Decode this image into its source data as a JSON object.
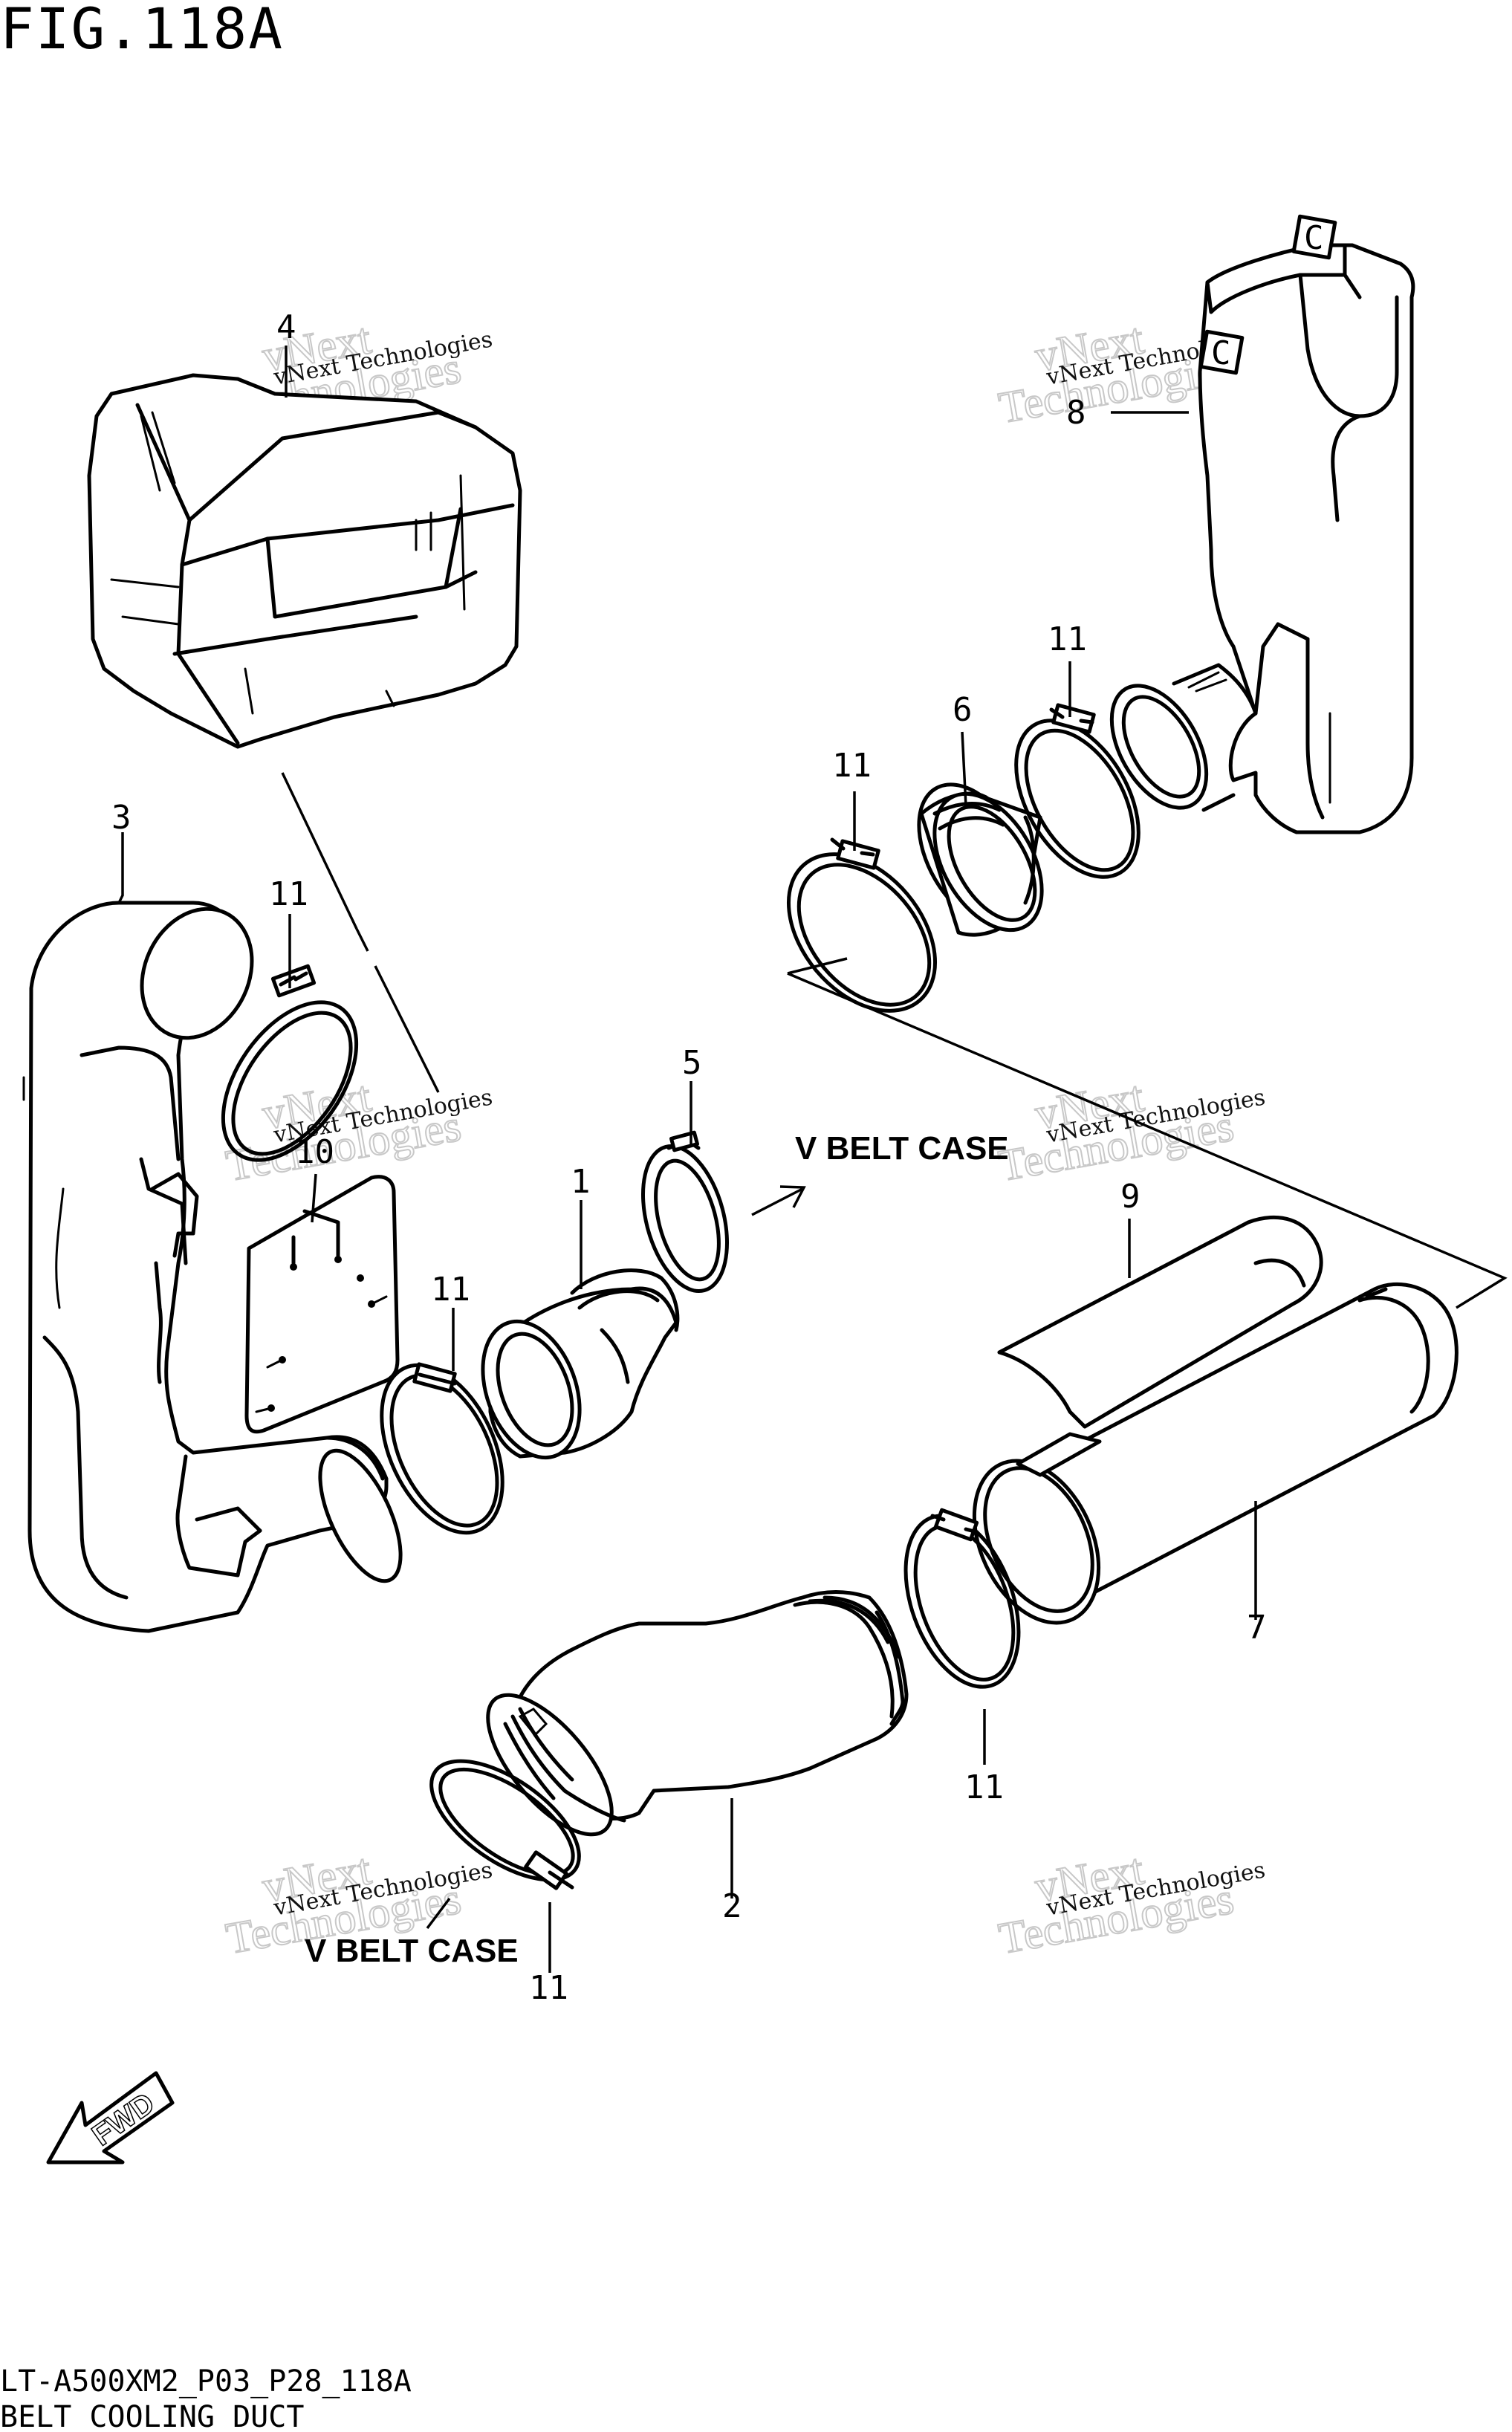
{
  "figure": {
    "title": "FIG.118A",
    "code": "LT-A500XM2_P03_P28_118A",
    "name": "BELT COOLING DUCT"
  },
  "callouts": [
    {
      "id": "part-1",
      "label": "1"
    },
    {
      "id": "part-2",
      "label": "2"
    },
    {
      "id": "part-3",
      "label": "3"
    },
    {
      "id": "part-4",
      "label": "4"
    },
    {
      "id": "part-5",
      "label": "5"
    },
    {
      "id": "part-6",
      "label": "6"
    },
    {
      "id": "part-7",
      "label": "7"
    },
    {
      "id": "part-8",
      "label": "8"
    },
    {
      "id": "part-9",
      "label": "9"
    },
    {
      "id": "part-10",
      "label": "10"
    },
    {
      "id": "part-11a",
      "label": "11"
    },
    {
      "id": "part-11b",
      "label": "11"
    },
    {
      "id": "part-11c",
      "label": "11"
    },
    {
      "id": "part-11d",
      "label": "11"
    },
    {
      "id": "part-11e",
      "label": "11"
    },
    {
      "id": "part-11f",
      "label": "11"
    }
  ],
  "annotations": {
    "vbelt_upper": "V BELT CASE",
    "vbelt_lower": "V BELT CASE",
    "fwd": "FWD",
    "connector": "C"
  },
  "watermark": {
    "line1": "vNext Technologies",
    "line2": "vNext",
    "line3": "Technologies"
  },
  "icons": [
    "fwd-arrow-icon",
    "direction-arrow-icon"
  ]
}
